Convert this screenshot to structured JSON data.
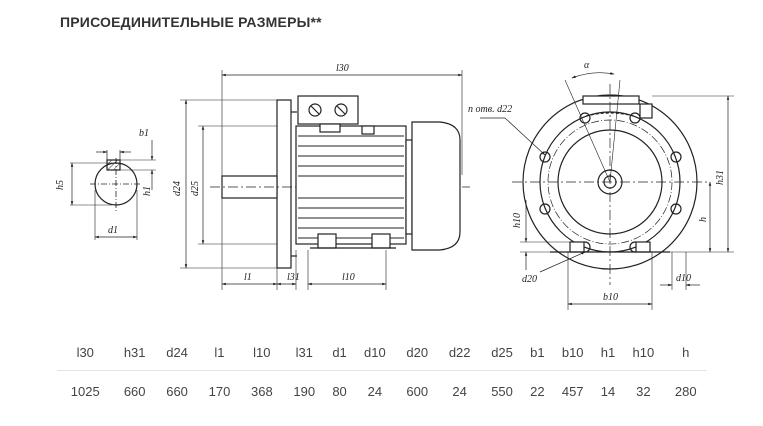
{
  "title": "ПРИСОЕДИНИТЕЛЬНЫЕ РАЗМЕРЫ**",
  "drawing_labels": {
    "l30": "l30",
    "l1": "l1",
    "l31": "l31",
    "l10": "l10",
    "d24": "d24",
    "d25": "d25",
    "b1": "b1",
    "h5": "h5",
    "h1": "h1",
    "d1": "d1",
    "alpha": "α",
    "n_otv": "n отв. d22",
    "h31": "h31",
    "h10": "h10",
    "h": "h",
    "d20": "d20",
    "b10": "b10",
    "d10": "d10"
  },
  "table": {
    "headers": [
      "l30",
      "h31",
      "d24",
      "l1",
      "l10",
      "l31",
      "d1",
      "d10",
      "d20",
      "d22",
      "d25",
      "b1",
      "b10",
      "h1",
      "h10",
      "h"
    ],
    "values": [
      "1025",
      "660",
      "660",
      "170",
      "368",
      "190",
      "80",
      "24",
      "600",
      "24",
      "550",
      "22",
      "457",
      "14",
      "32",
      "280"
    ]
  }
}
